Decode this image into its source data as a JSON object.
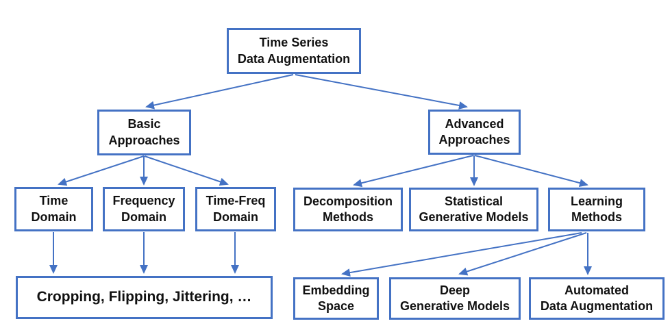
{
  "diagram": {
    "accent_color": "#4472C4",
    "text_color": "#111111",
    "background_color": "#ffffff",
    "nodes": {
      "root": {
        "label": "Time Series\nData Augmentation"
      },
      "basic": {
        "label": "Basic\nApproaches"
      },
      "advanced": {
        "label": "Advanced\nApproaches"
      },
      "time": {
        "label": "Time\nDomain"
      },
      "freq": {
        "label": "Frequency\nDomain"
      },
      "timefreq": {
        "label": "Time-Freq\nDomain"
      },
      "decomp": {
        "label": "Decomposition\nMethods"
      },
      "stat": {
        "label": "Statistical\nGenerative Models"
      },
      "learning": {
        "label": "Learning\nMethods"
      },
      "cropping": {
        "label": "Cropping, Flipping, Jittering, …"
      },
      "embedding": {
        "label": "Embedding\nSpace"
      },
      "deepgen": {
        "label": "Deep\nGenerative Models"
      },
      "automated": {
        "label": "Automated\nData Augmentation"
      }
    },
    "edges": [
      {
        "from": "root",
        "to": "basic"
      },
      {
        "from": "root",
        "to": "advanced"
      },
      {
        "from": "basic",
        "to": "time"
      },
      {
        "from": "basic",
        "to": "freq"
      },
      {
        "from": "basic",
        "to": "timefreq"
      },
      {
        "from": "time",
        "to": "cropping"
      },
      {
        "from": "freq",
        "to": "cropping"
      },
      {
        "from": "timefreq",
        "to": "cropping"
      },
      {
        "from": "advanced",
        "to": "decomp"
      },
      {
        "from": "advanced",
        "to": "stat"
      },
      {
        "from": "advanced",
        "to": "learning"
      },
      {
        "from": "learning",
        "to": "embedding"
      },
      {
        "from": "learning",
        "to": "deepgen"
      },
      {
        "from": "learning",
        "to": "automated"
      }
    ]
  }
}
